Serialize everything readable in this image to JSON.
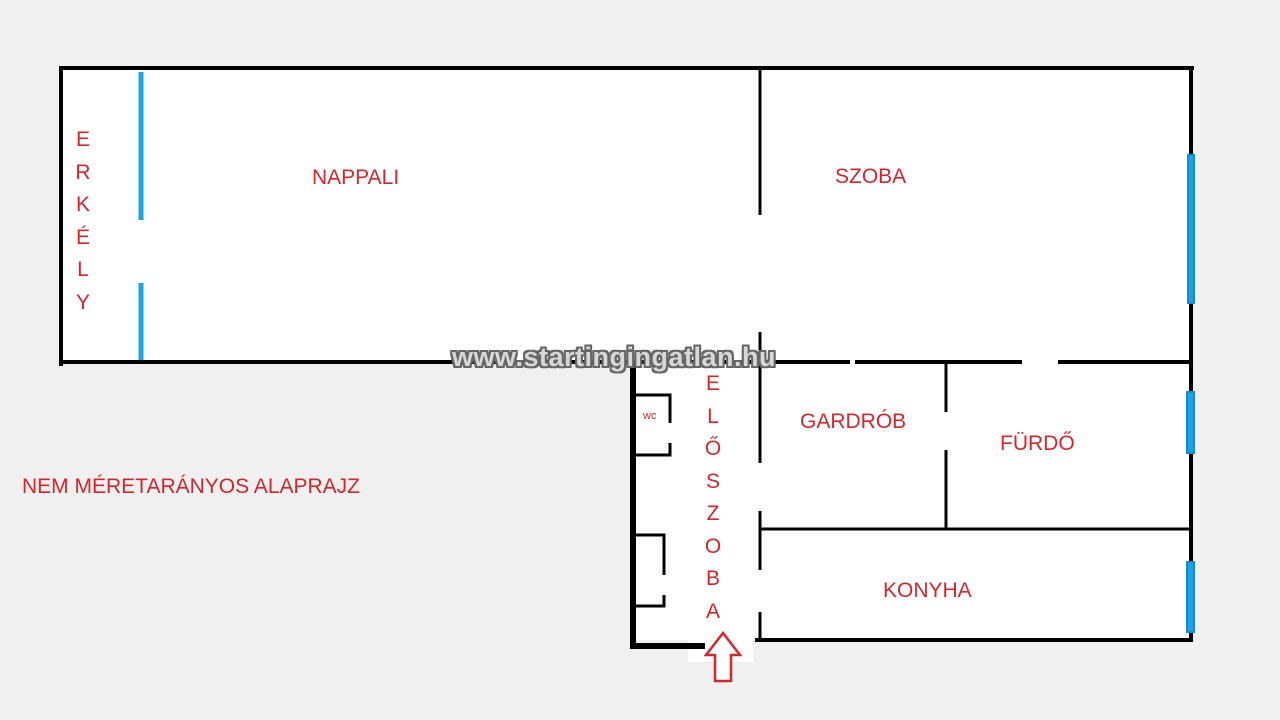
{
  "rooms": {
    "erkely": "ERKÉLY",
    "nappali": "NAPPALI",
    "szoba": "SZOBA",
    "gardrob": "GARDRÓB",
    "furdo": "FÜRDŐ",
    "konyha": "KONYHA",
    "eloszoba": "ELŐSZOBA",
    "wc": "wc"
  },
  "note": "NEM MÉRETARÁNYOS ALAPRAJZ",
  "watermark": "www.startingingatlan.hu",
  "colors": {
    "wall": "#000000",
    "window": "#1aa3e8",
    "label": "#d4262c",
    "floor": "#ffffff",
    "background": "#f0f0f0"
  }
}
